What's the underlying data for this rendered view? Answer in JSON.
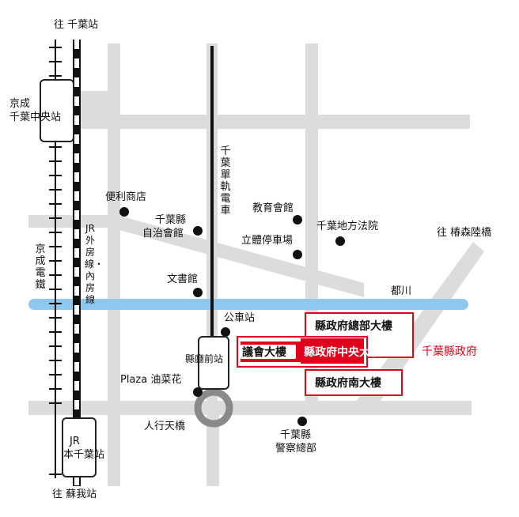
{
  "labels": {
    "to_chiba": "往 千葉站",
    "to_soga": "往 蘇我站",
    "keisei_chiba_chuo_l1": "京成",
    "keisei_chiba_chuo_l2": "千葉中央站",
    "keisei_line": "京成電鐵",
    "jr_line": "JR外房線・內房線",
    "monorail": "千葉單軌電車",
    "convenience": "便利商店",
    "chiba_jichi_l1": "千葉縣",
    "chiba_jichi_l2": "自治會館",
    "bunshokan": "文書館",
    "kyoiku": "教育會館",
    "parking": "立體停車場",
    "court": "千葉地方法院",
    "to_tsubakimori": "往 椿森陸橋",
    "toogawa": "都川",
    "bus_stop": "公車站",
    "kencho_mae": "縣廳前站",
    "plaza": "Plaza 油菜花",
    "pedestrian_bridge": "人行天橋",
    "jr_hon_chiba_l1": "JR",
    "jr_hon_chiba_l2": "本千葉站",
    "police_l1": "千葉縣",
    "police_l2": "警察總部",
    "hq_building": "縣政府總部大樓",
    "central_building": "縣政府中央大樓",
    "south_building": "縣政府南大樓",
    "assembly": "議會大樓",
    "prefecture_office": "千葉縣政府"
  },
  "colors": {
    "road": "#dcdcdc",
    "river": "#8ec8ee",
    "accent_red": "#e0001b",
    "rail": "#111111"
  }
}
